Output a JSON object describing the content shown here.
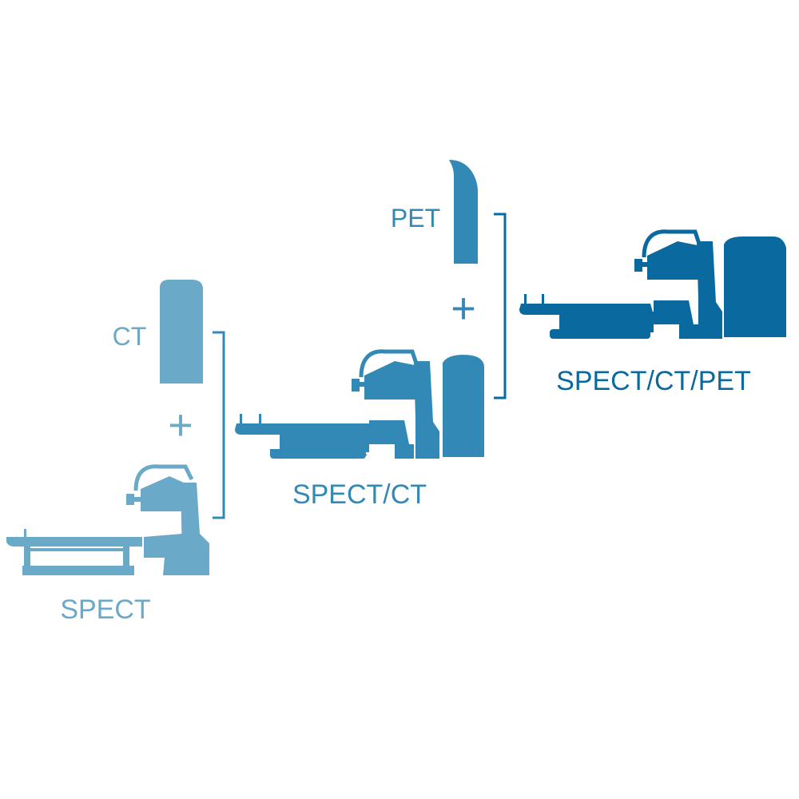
{
  "colors": {
    "spect": "#6aa9c8",
    "spect_ct": "#3389b6",
    "spect_ct_pet": "#0a6a9f",
    "background": "#ffffff"
  },
  "labels": {
    "spect": "SPECT",
    "ct": "CT",
    "spect_ct": "SPECT/CT",
    "pet": "PET",
    "spect_ct_pet": "SPECT/CT/PET"
  },
  "symbols": {
    "plus": "+"
  }
}
